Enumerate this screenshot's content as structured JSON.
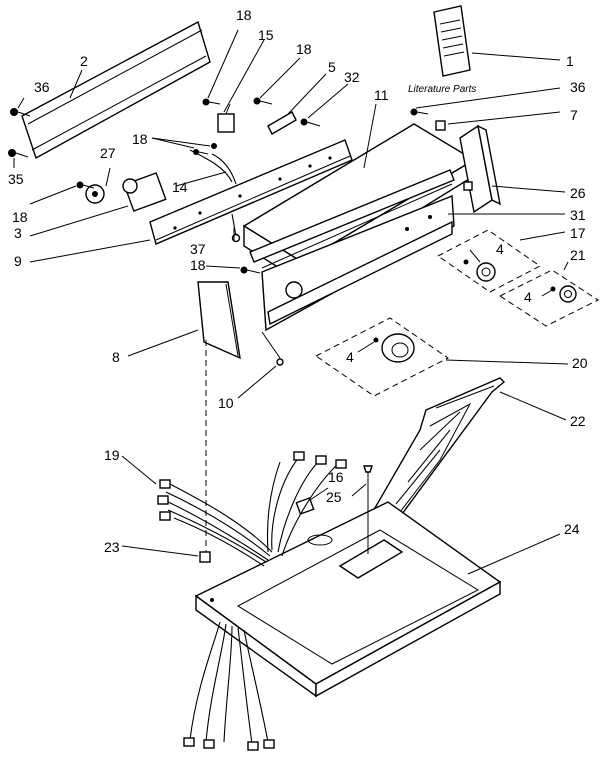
{
  "literature_caption": "Literature Parts",
  "labels": {
    "l1": "1",
    "l2": "2",
    "l3": "3",
    "l4a": "4",
    "l4b": "4",
    "l4c": "4",
    "l5": "5",
    "l7": "7",
    "l8": "8",
    "l9": "9",
    "l10": "10",
    "l11": "11",
    "l14": "14",
    "l15": "15",
    "l16": "16",
    "l17": "17",
    "l18a": "18",
    "l18b": "18",
    "l18c": "18",
    "l18d": "18",
    "l18e": "18",
    "l19": "19",
    "l20": "20",
    "l21": "21",
    "l22": "22",
    "l23": "23",
    "l24": "24",
    "l25": "25",
    "l26": "26",
    "l27": "27",
    "l31": "31",
    "l32": "32",
    "l35": "35",
    "l36a": "36",
    "l36b": "36",
    "l37": "37"
  }
}
